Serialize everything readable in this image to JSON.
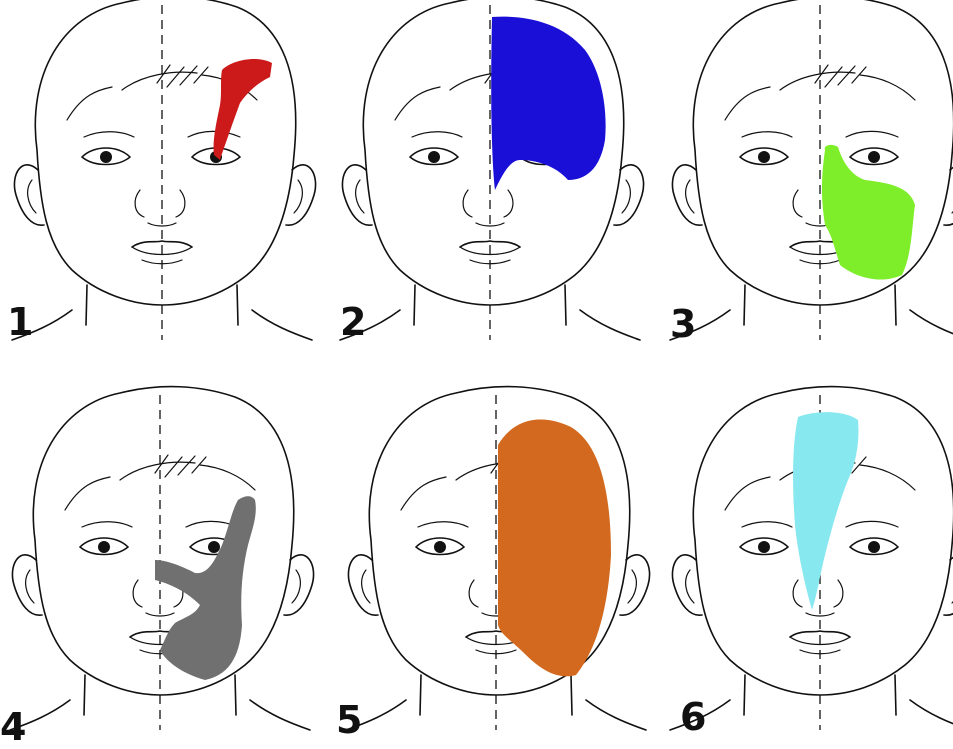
{
  "panels": [
    {
      "number": "1",
      "color": "#cc1a1a",
      "region": "thin-band-right-forehead"
    },
    {
      "number": "2",
      "color": "#1a0fd6",
      "region": "right-upper-face-forehead"
    },
    {
      "number": "3",
      "color": "#7fee2a",
      "region": "right-cheek-maxillary"
    },
    {
      "number": "4",
      "color": "#707070",
      "region": "right-temple-cheek-lip-band"
    },
    {
      "number": "5",
      "color": "#d2691e",
      "region": "right-hemiface"
    },
    {
      "number": "6",
      "color": "#87e8f0",
      "region": "left-forehead-to-nose"
    }
  ]
}
